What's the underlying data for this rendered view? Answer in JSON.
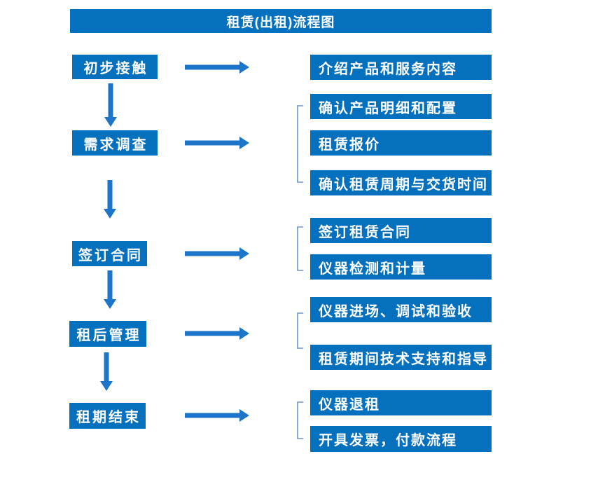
{
  "title": "租赁(出租)流程图",
  "colors": {
    "box_fill": "#0470BE",
    "arrow": "#1C75C8",
    "bracket": "#6E96CC",
    "box_text": "#FFFFFF",
    "background": "#FFFFFF"
  },
  "steps": [
    {
      "label": "初步接触",
      "details": [
        "介绍产品和服务内容"
      ]
    },
    {
      "label": "需求调查",
      "details": [
        "确认产品明细和配置",
        "租赁报价",
        "确认租赁周期与交货时间"
      ]
    },
    {
      "label": "签订合同",
      "details": [
        "签订租赁合同",
        "仪器检测和计量"
      ]
    },
    {
      "label": "租后管理",
      "details": [
        "仪器进场、调试和验收",
        "租赁期间技术支持和指导"
      ]
    },
    {
      "label": "租期结束",
      "details": [
        "仪器退租",
        "开具发票，付款流程"
      ]
    }
  ]
}
